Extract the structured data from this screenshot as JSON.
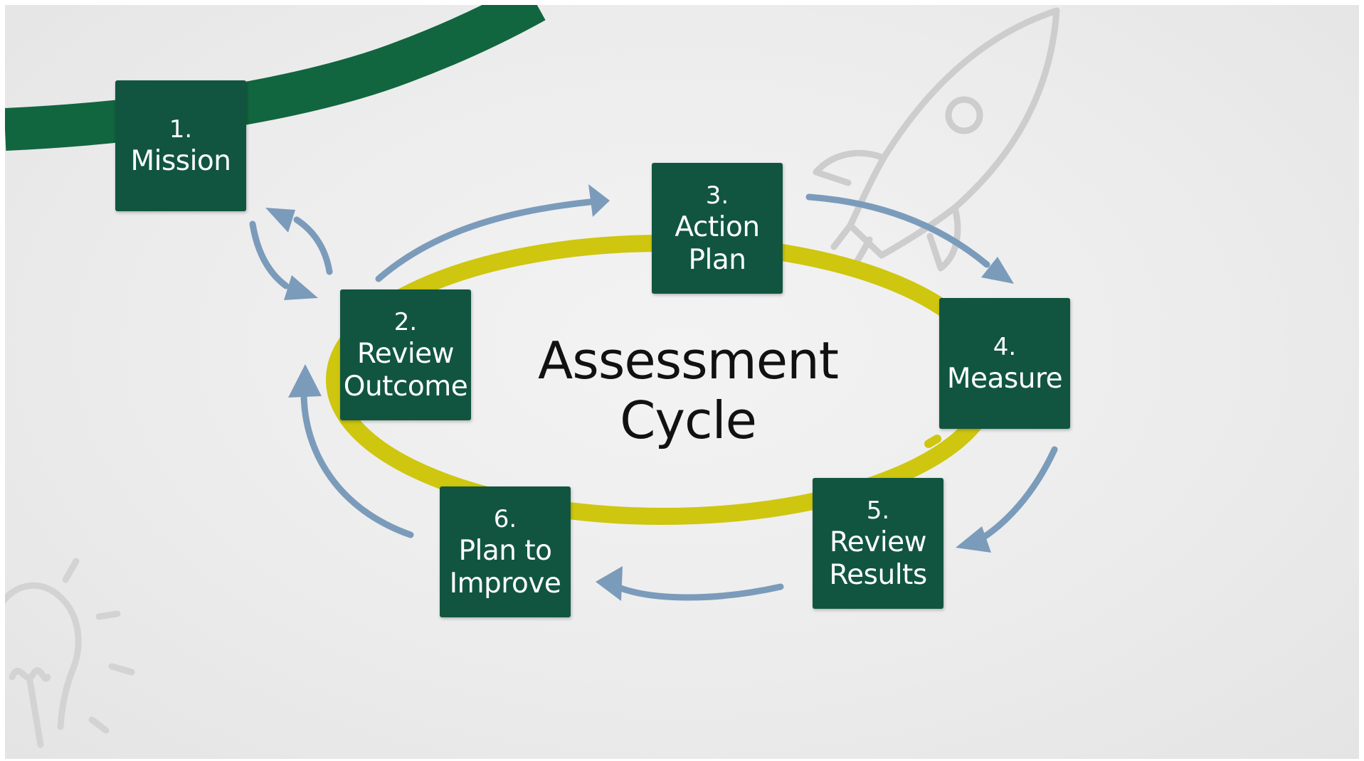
{
  "diagram": {
    "title_line1": "Assessment",
    "title_line2": "Cycle",
    "steps": [
      {
        "num": "1.",
        "label": "Mission"
      },
      {
        "num": "2.",
        "label": "Review\nOutcome"
      },
      {
        "num": "3.",
        "label": "Action\nPlan"
      },
      {
        "num": "4.",
        "label": "Measure"
      },
      {
        "num": "5.",
        "label": "Review\nResults"
      },
      {
        "num": "6.",
        "label": "Plan to\nImprove"
      }
    ],
    "colors": {
      "box": "#115540",
      "cycle_ring": "#cfc60f",
      "arrows": "#7b9bbb",
      "mission_band": "#11663f",
      "sketch": "#cdcdcd"
    },
    "decorations": [
      "rocket-sketch",
      "lightbulb-sketch"
    ]
  }
}
